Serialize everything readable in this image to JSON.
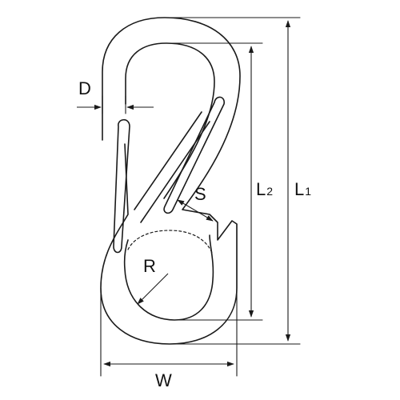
{
  "diagram": {
    "labels": {
      "D": "D",
      "S": "S",
      "R": "R",
      "W": "W",
      "L2_main": "L",
      "L2_sub": "2",
      "L1_main": "L",
      "L1_sub": "1"
    },
    "colors": {
      "stroke": "#1a1a1a",
      "background": "#ffffff"
    }
  }
}
